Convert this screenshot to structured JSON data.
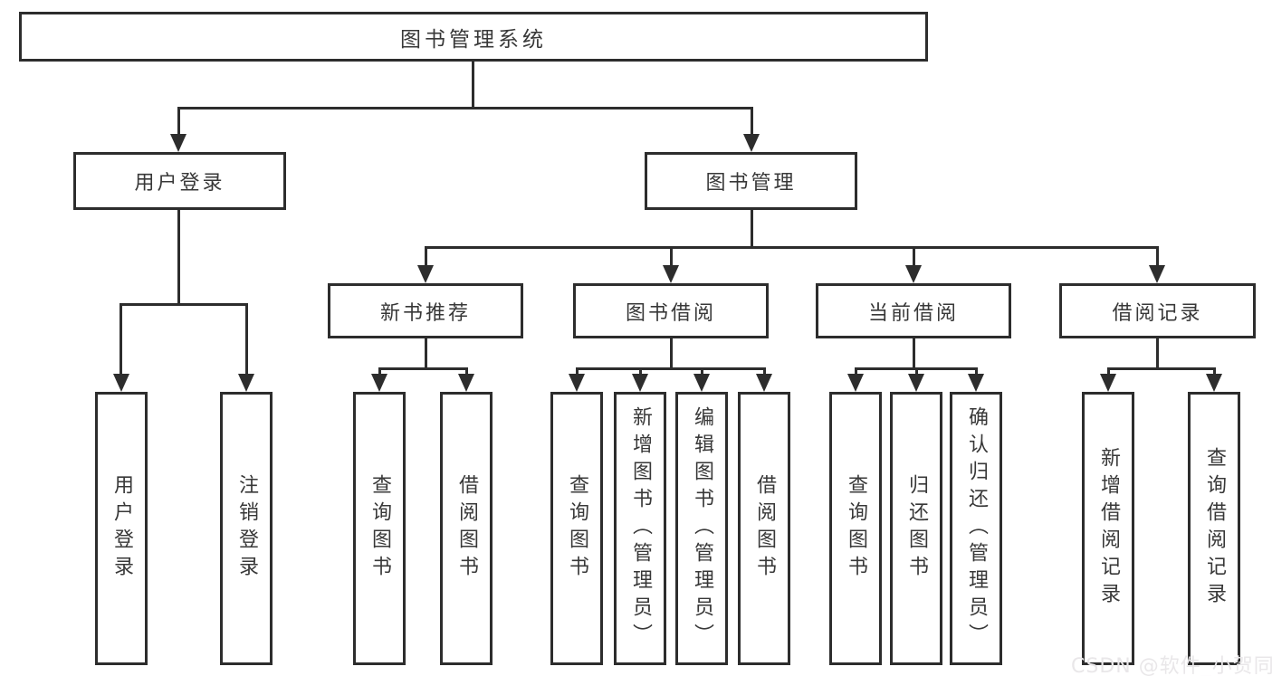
{
  "tree": {
    "root": {
      "label": "图书管理系统"
    },
    "branches": [
      {
        "label": "用户登录",
        "children": [
          "用户登录",
          "注销登录"
        ]
      },
      {
        "label": "图书管理",
        "sections": [
          {
            "label": "新书推荐",
            "children": [
              "查询图书",
              "借阅图书"
            ]
          },
          {
            "label": "图书借阅",
            "children": [
              "查询图书",
              "新增图书（管理员）",
              "编辑图书（管理员）",
              "借阅图书"
            ]
          },
          {
            "label": "当前借阅",
            "children": [
              "查询图书",
              "归还图书",
              "确认归还（管理员）"
            ]
          },
          {
            "label": "借阅记录",
            "children": [
              "新增借阅记录",
              "查询借阅记录"
            ]
          }
        ]
      }
    ]
  },
  "watermark": {
    "text": "CSDN @软件_小贺同学"
  },
  "colors": {
    "line": "#2D2D2D",
    "text": "#383838",
    "background": "#FFFFFF",
    "watermark": "#E9E7E9"
  }
}
